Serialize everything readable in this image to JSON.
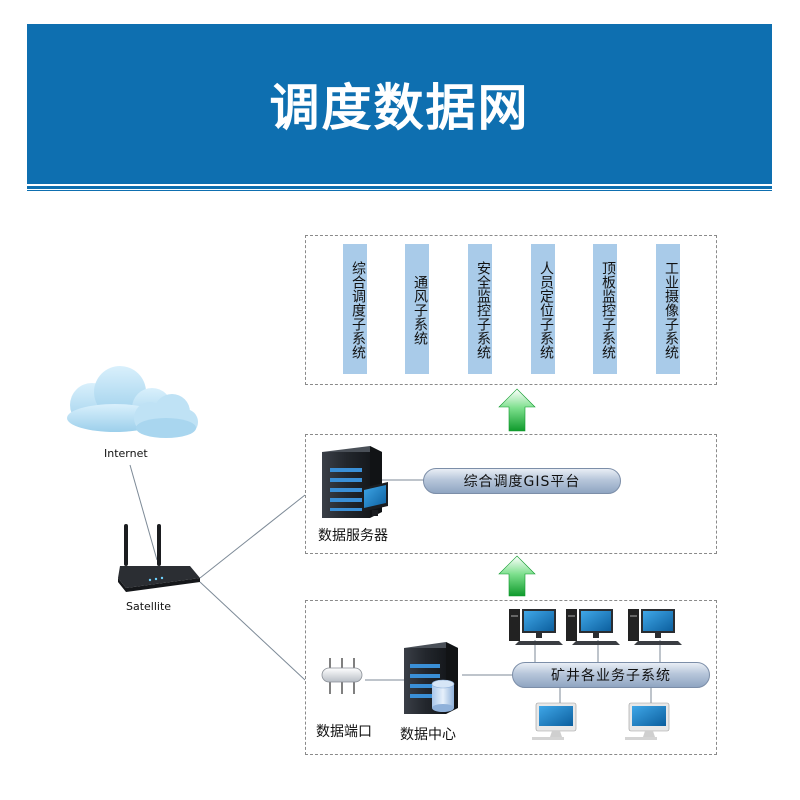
{
  "header": {
    "title": "调度数据网"
  },
  "subsystems": [
    {
      "label": "综合调度子系统"
    },
    {
      "label": "通风子系统"
    },
    {
      "label": "安全监控子系统"
    },
    {
      "label": "人员定位子系统"
    },
    {
      "label": "顶板监控子系统"
    },
    {
      "label": "工业摄像子系统"
    }
  ],
  "middle": {
    "platform": "综合调度GIS平台",
    "server": "数据服务器"
  },
  "bottom": {
    "bus": "矿井各业务子系统",
    "port": "数据端口",
    "center": "数据中心"
  },
  "network": {
    "internet": "Internet",
    "satellite": "Satellite"
  },
  "colors": {
    "banner": "#0e6fb0",
    "subsystem_fill": "#a9cbe9",
    "arrow": "#1fae3a"
  }
}
